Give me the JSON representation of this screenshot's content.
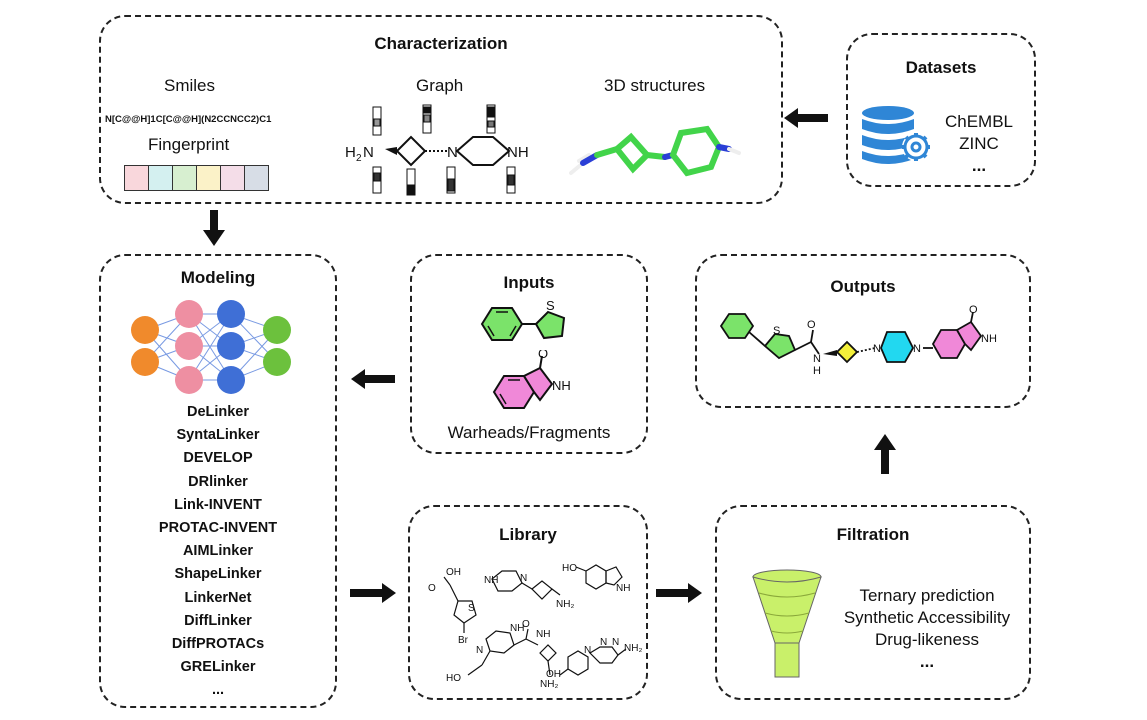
{
  "characterization": {
    "title": "Characterization",
    "smiles_label": "Smiles",
    "smiles_string": "N[C@@H]1C[C@@H](N2CCNCC2)C1",
    "fingerprint_label": "Fingerprint",
    "graph_label": "Graph",
    "structures_label": "3D structures",
    "fingerprint_colors": [
      "#f9d7dc",
      "#d4f0f0",
      "#d7efd0",
      "#fbf2c8",
      "#f4dde8",
      "#d7dde6"
    ],
    "graph_atoms": {
      "amine": "H",
      "amine_sub": "2",
      "amine_n": "N",
      "ring_n": "N",
      "nh": "NH"
    }
  },
  "datasets": {
    "title": "Datasets",
    "items": [
      "ChEMBL",
      "ZINC",
      "..."
    ]
  },
  "modeling": {
    "title": "Modeling",
    "models": [
      "DeLinker",
      "SyntaLinker",
      "DEVELOP",
      "DRlinker",
      "Link-INVENT",
      "PROTAC-INVENT",
      "AIMLinker",
      "ShapeLinker",
      "LinkerNet",
      "DiffLinker",
      "DiffPROTACs",
      "GRELinker",
      "..."
    ]
  },
  "inputs": {
    "title": "Inputs",
    "caption": "Warheads/Fragments",
    "atoms": {
      "s": "S",
      "o": "O",
      "nh": "NH"
    }
  },
  "outputs": {
    "title": "Outputs",
    "atoms": {
      "s": "S",
      "o1": "O",
      "n1": "N",
      "h1": "H",
      "n2": "N",
      "n3": "N",
      "o2": "O",
      "nh": "NH"
    }
  },
  "library": {
    "title": "Library",
    "atoms": {
      "oh1": "OH",
      "o1": "O",
      "s": "S",
      "br": "Br",
      "nh1": "NH",
      "n1": "N",
      "nh2": "NH₂",
      "ho1": "HO",
      "nh3": "NH",
      "n2": "N",
      "nh4": "NH",
      "ho2": "HO",
      "o2": "O",
      "nh5": "NH",
      "n3": "N",
      "n4": "N",
      "n5": "N",
      "nh6": "NH₂",
      "oh2": "OH",
      "nh7": "NH₂"
    }
  },
  "filtration": {
    "title": "Filtration",
    "criteria": [
      "Ternary prediction",
      "Synthetic Accessibility",
      "Drug-likeness",
      "..."
    ]
  },
  "colors": {
    "nn_orange": "#f08a2c",
    "nn_pink": "#ee8fa2",
    "nn_blue": "#3f6fd6",
    "nn_green": "#6cc13d",
    "funnel": "#c9f06a",
    "frag_green": "#7be36a",
    "frag_pink": "#f088d8",
    "linker_yellow": "#f4f03a",
    "linker_cyan": "#22d8f0",
    "db_blue": "#2f86d6"
  }
}
